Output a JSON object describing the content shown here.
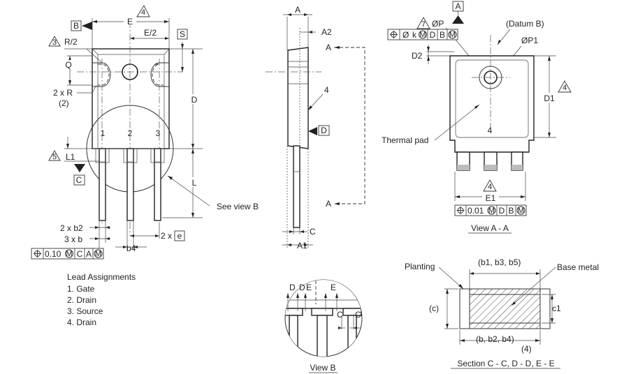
{
  "front": {
    "datum_b": "B",
    "note_4": "4",
    "e": "E",
    "e_half": "E/2",
    "s": "S",
    "note_3": "3",
    "r_half": "R/2",
    "q": "Q",
    "two_r": "2 x R",
    "two_r_note": "(2)",
    "pin1": "1",
    "pin2": "2",
    "pin3": "3",
    "d": "D",
    "note_5": "5",
    "l1": "L1",
    "datum_c": "C",
    "l": "L",
    "see_view_b": "See view B",
    "b2": "2 x b2",
    "b": "3 x b",
    "b4": "b4",
    "e_pitch_prefix": "2 x",
    "e_pitch": "e",
    "fcf_value": "0.10",
    "fcf_m": "M",
    "fcf_c": "C",
    "fcf_a": "A",
    "fcf_m2": "M"
  },
  "side": {
    "a": "A",
    "a2": "A2",
    "a_top": "A",
    "a_bottom": "A",
    "lead4": "4",
    "datum_d": "D",
    "c": "C",
    "a1": "A1"
  },
  "view_aa": {
    "datum_a": "A",
    "note_7": "7",
    "phi_p": "ØP",
    "datum_b_note": "(Datum B)",
    "phi_p1": "ØP1",
    "fcf_phi": "Ø",
    "fcf_k": "k",
    "fcf_m": "M",
    "fcf_d": "D",
    "fcf_b": "B",
    "fcf_m2": "M",
    "d2": "D2",
    "d1": "D1",
    "note_4_right": "4",
    "thermal_pad": "Thermal pad",
    "pad_note": "4",
    "note_4_bottom": "4",
    "e1": "E1",
    "fcf2_value": "0.01",
    "fcf2_m": "M",
    "fcf2_d": "D",
    "fcf2_b": "B",
    "fcf2_m2": "M",
    "title": "View A - A"
  },
  "leads": {
    "title": "Lead Assignments",
    "items": [
      "1. Gate",
      "2. Drain",
      "3. Source",
      "4. Drain"
    ]
  },
  "view_b": {
    "d1": "D",
    "d2": "D",
    "e1": "E",
    "e2": "E",
    "c1": "C",
    "c2": "C",
    "title": "View B"
  },
  "section": {
    "planting": "Planting",
    "b_top": "(b1, b3, b5)",
    "base_metal": "Base metal",
    "c_left": "(c)",
    "c1": "c1",
    "b_bottom": "(b, b2, b4)",
    "note": "(4)",
    "title": "Section C - C, D - D, E - E"
  }
}
